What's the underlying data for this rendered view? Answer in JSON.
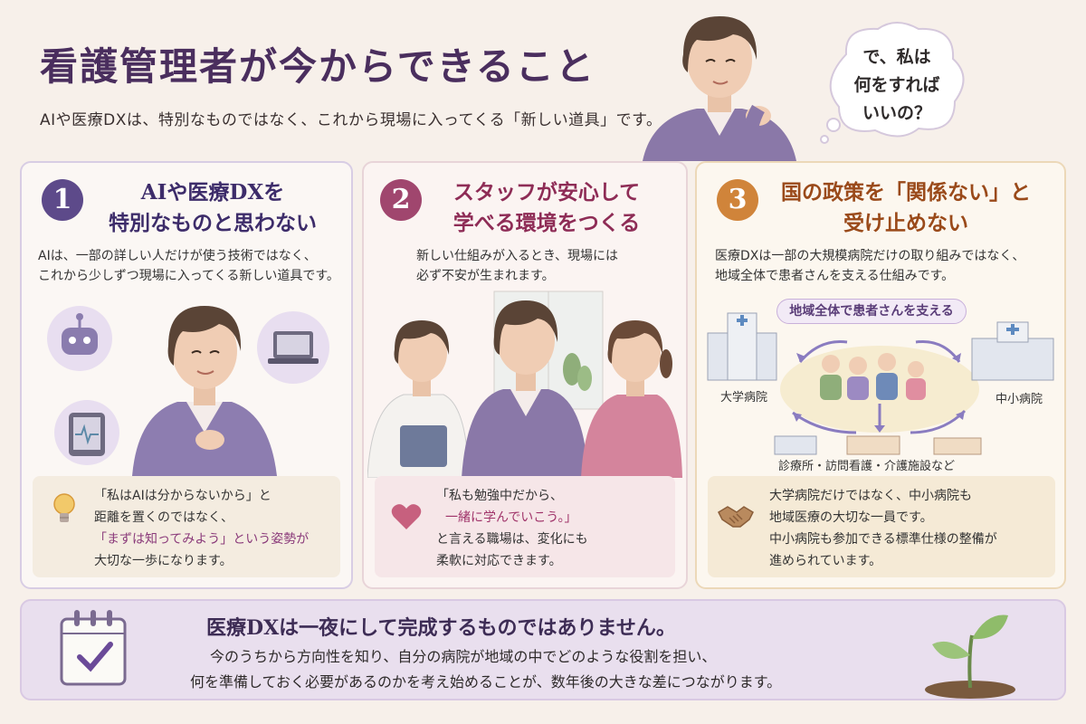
{
  "header": {
    "title": "看護管理者が今からできること",
    "subtitle": "AIや医療DXは、特別なものではなく、これから現場に入ってくる「新しい道具」です。",
    "thought_bubble": [
      "で、私は",
      "何をすれば",
      "いいの？"
    ]
  },
  "cards": [
    {
      "number": "1",
      "accent": "#5d4a8a",
      "title": [
        "AIや医療DXを",
        "特別なものと思わない"
      ],
      "body": [
        "AIは、一部の詳しい人だけが使う技術ではなく、",
        "これから少しずつ現場に入ってくる新しい道具です。"
      ],
      "note": [
        "「私はAIは分からないから」と",
        "距離を置くのではなく、",
        "「まずは知ってみよう」という姿勢が",
        "大切な一歩になります。"
      ],
      "icons": [
        "robot-icon",
        "laptop-icon",
        "tablet-icon",
        "lightbulb-icon"
      ]
    },
    {
      "number": "2",
      "accent": "#a0466e",
      "title": [
        "スタッフが安心して",
        "学べる環境をつくる"
      ],
      "body": [
        "新しい仕組みが入るとき、現場には",
        "必ず不安が生まれます。"
      ],
      "note": [
        "「私も勉強中だから、",
        "一緒に学んでいこう。」",
        "と言える職場は、変化にも",
        "柔軟に対応できます。"
      ],
      "icons": [
        "heart-icon"
      ]
    },
    {
      "number": "3",
      "accent": "#d0843a",
      "title": [
        "国の政策を「関係ない」と",
        "受け止めない"
      ],
      "body": [
        "医療DXは一部の大規模病院だけの取り組みではなく、",
        "地域全体で患者さんを支える仕組みです。"
      ],
      "diagram": {
        "center_label": "地域全体で患者さんを支える",
        "left_label": "大学病院",
        "right_label": "中小病院",
        "bottom_label": "診療所・訪問看護・介護施設など"
      },
      "note": [
        "大学病院だけではなく、中小病院も",
        "地域医療の大切な一員です。",
        "中小病院も参加できる標準仕様の整備が",
        "進められています。"
      ],
      "icons": [
        "handshake-icon"
      ]
    }
  ],
  "footer": {
    "title": "医療DXは一夜にして完成するものではありません。",
    "lines": [
      "今のうちから方向性を知り、自分の病院が地域の中でどのような役割を担い、",
      "何を準備しておく必要があるのかを考え始めることが、数年後の大きな差につながります。"
    ],
    "icons": [
      "calendar-check-icon",
      "sprout-icon"
    ]
  }
}
